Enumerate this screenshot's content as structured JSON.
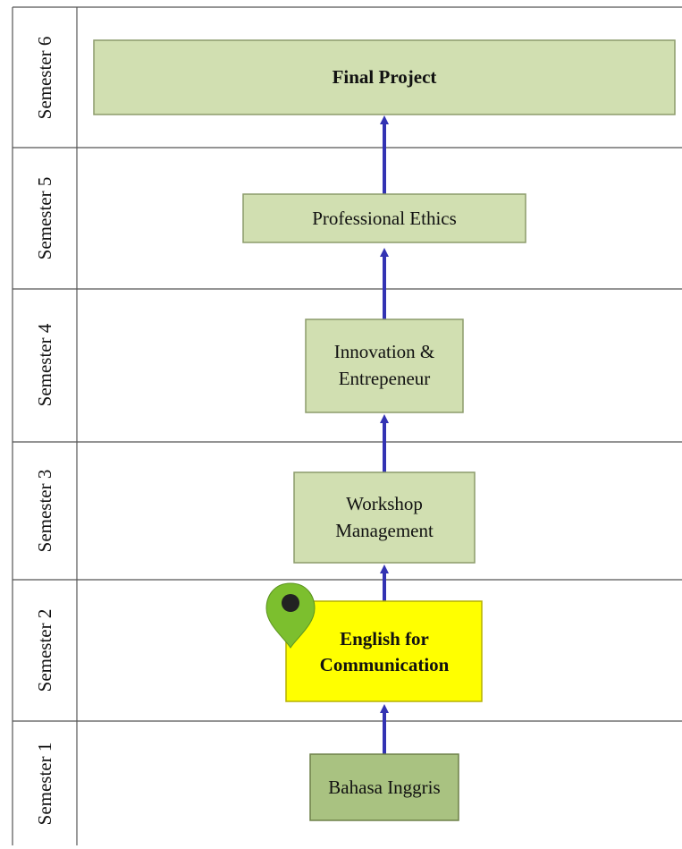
{
  "semesters": [
    {
      "label": "Semester 6"
    },
    {
      "label": "Semester 5"
    },
    {
      "label": "Semester 4"
    },
    {
      "label": "Semester 3"
    },
    {
      "label": "Semester 2"
    },
    {
      "label": "Semester 1"
    }
  ],
  "courses": {
    "final_project": {
      "line1": "Final Project"
    },
    "professional_ethics": {
      "line1": "Professional Ethics"
    },
    "innovation": {
      "line1": "Innovation &",
      "line2": "Entrepeneur"
    },
    "workshop": {
      "line1": "Workshop",
      "line2": "Management"
    },
    "english": {
      "line1": "English for",
      "line2": "Communication"
    },
    "bahasa": {
      "line1": "Bahasa Inggris"
    }
  },
  "colors": {
    "box_fill": "#d1dfb1",
    "box_stroke": "#8c9b6b",
    "highlight_fill": "#ffff00",
    "highlight_stroke": "#b5b000",
    "arrow": "#3333b3",
    "marker": "#7cbf2e",
    "grid": "#555555"
  },
  "icons": {
    "highlight_marker": "map-pin-icon"
  }
}
